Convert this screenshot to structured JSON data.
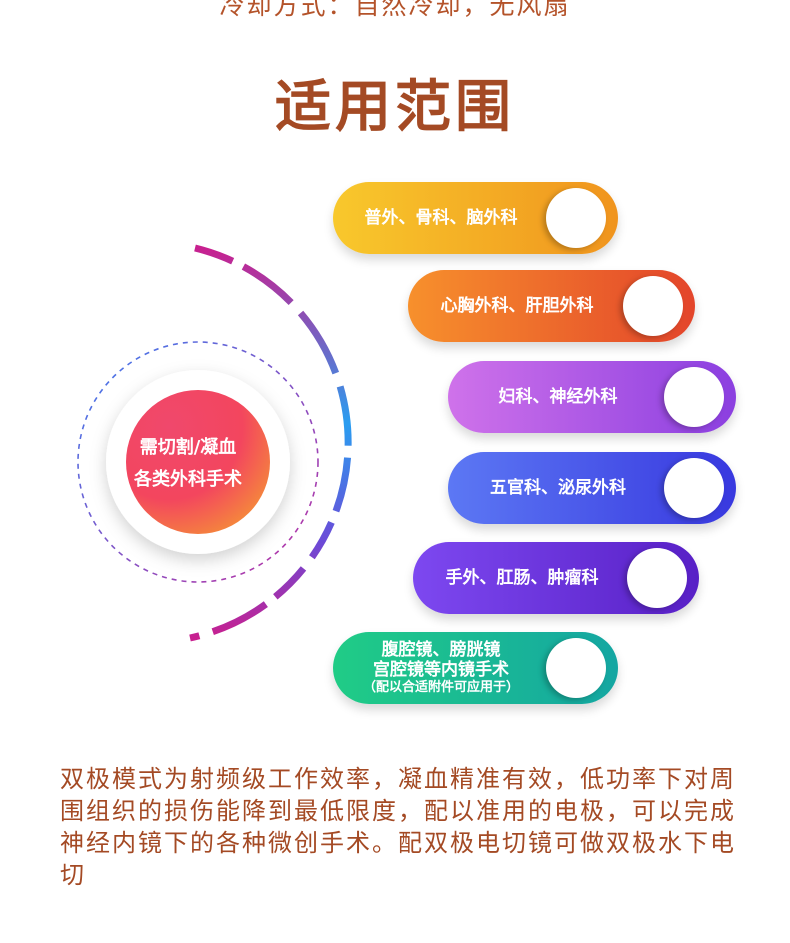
{
  "header": {
    "cooling_line": "冷却方式：自然冷却，无风扇",
    "section_title": "适用范围"
  },
  "center": {
    "line1": "需切割/凝血",
    "line2": "各类外科手术"
  },
  "pills": [
    {
      "line1": "普外、骨科、脑外科",
      "color_from": "#f7c42b",
      "color_to": "#f08f1c"
    },
    {
      "line1": "心胸外科、肝胆外科",
      "color_from": "#f58a2c",
      "color_to": "#e3482b"
    },
    {
      "line1": "妇科、神经外科",
      "color_from": "#c86be8",
      "color_to": "#8a3fe0"
    },
    {
      "line1": "五官科、泌尿外科",
      "color_from": "#5b74f3",
      "color_to": "#3b3ae0"
    },
    {
      "line1": "手外、肛肠、肿瘤科",
      "color_from": "#7a45ee",
      "color_to": "#5a20c9"
    },
    {
      "line1": "腹腔镜、膀胱镜",
      "line2": "宫腔镜等内镜手术",
      "line3": "（配以合适附件可应用于）",
      "color_from": "#22c98a",
      "color_to": "#15a9a0"
    }
  ],
  "description": "双极模式为射频级工作效率，凝血精准有效，低功率下对周围组织的损伤能降到最低限度，配以准用的电极，可以完成神经内镜下的各种微创手术。配双极电切镜可做双极水下电切"
}
